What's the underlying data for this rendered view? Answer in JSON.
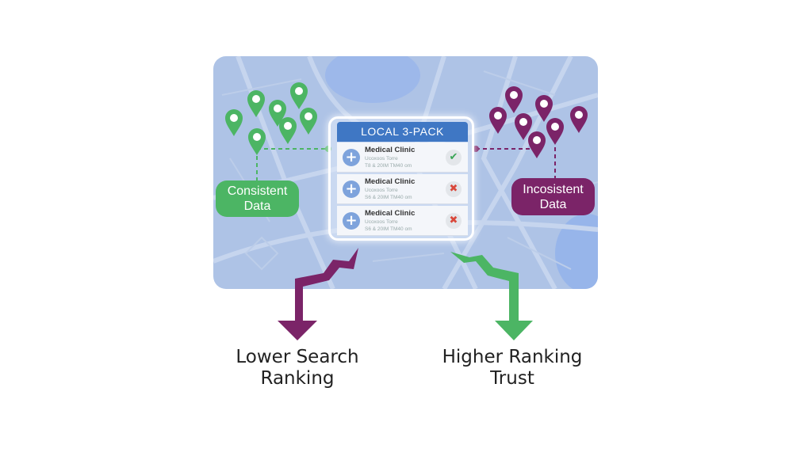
{
  "panel": {
    "title": "LOCAL 3-PACK",
    "listings": [
      {
        "name": "Medical Clinic",
        "line1": "Ucoxoos Torre",
        "line2": "T8 & 20IM TM40 om",
        "status": "check",
        "status_color": "#3aa556"
      },
      {
        "name": "Medical Clinic",
        "line1": "Ucoxoos Torre",
        "line2": "S6 & 20IM TM40 om",
        "status": "cross",
        "status_color": "#d9483b"
      },
      {
        "name": "Medical Clinic",
        "line1": "Ucoxoos Torre",
        "line2": "S6 & 20IM TM40 om",
        "status": "cross",
        "status_color": "#d9483b"
      }
    ]
  },
  "labels": {
    "consistent_line1": "Consistent",
    "consistent_line2": "Data",
    "inconsistent_line1": "Incosistent",
    "inconsistent_line2": "Data"
  },
  "outcomes": {
    "left_line1": "Lower Search",
    "left_line2": "Ranking",
    "right_line1": "Higher Ranking",
    "right_line2": "Trust"
  },
  "colors": {
    "green": "#4cb564",
    "purple": "#7b2468",
    "map": "#a9c0e6",
    "header": "#3f77c4"
  }
}
